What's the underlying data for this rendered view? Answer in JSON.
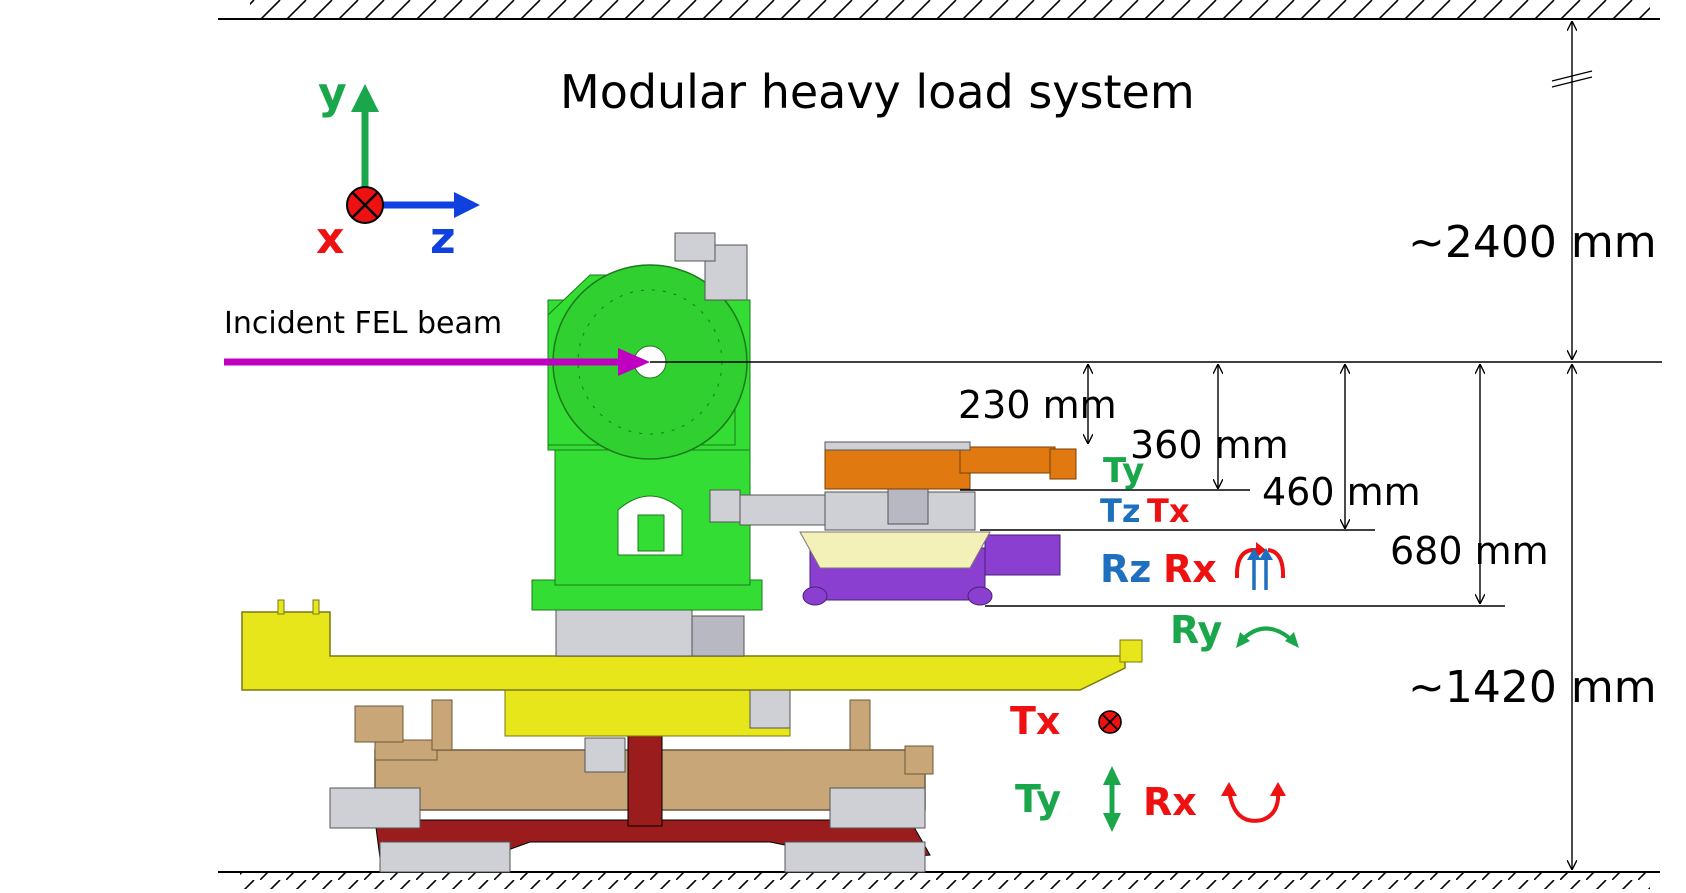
{
  "title": "Modular heavy load system",
  "beam_label": "Incident FEL beam",
  "axes": {
    "y": "y",
    "x": "x",
    "z": "z"
  },
  "dimensions": {
    "total_above_beam": "~2400 mm",
    "total_below_beam": "~1420 mm",
    "d230": "230 mm",
    "d360": "360 mm",
    "d460": "460 mm",
    "d680": "680 mm"
  },
  "motion_labels": {
    "stage1_ty": "Ty",
    "stage2_tz": "Tz",
    "stage2_tx": "Tx",
    "stage3_rz": "Rz",
    "stage3_rx": "Rx",
    "stage4_ry": "Ry",
    "base_tx": "Tx",
    "base_ty": "Ty",
    "base_rx": "Rx"
  },
  "colors": {
    "green_label": "#1aa64a",
    "blue_label": "#1f6fbf",
    "red_label": "#ee1111",
    "beam": "#c000c0",
    "axis_y": "#1aa64a",
    "axis_z": "#1040e0",
    "axis_x": "#ee1111",
    "goniometer": "#33dd33",
    "rail": "#e6e61a",
    "base_frame": "#c8a678",
    "bottom_plate": "#9b1c1c",
    "hexapod": "#8a3fd0",
    "orange_stage": "#e07a10"
  }
}
